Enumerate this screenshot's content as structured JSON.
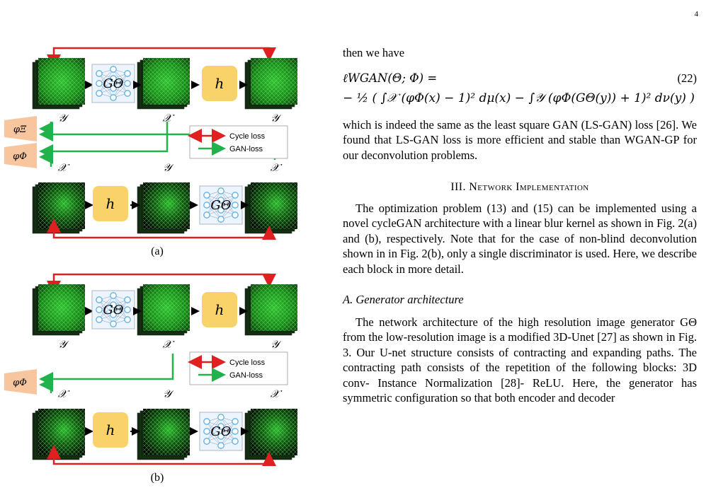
{
  "page_number": "4",
  "figure": {
    "panels": [
      {
        "label": "(a)",
        "top_labels": [
          "𝒴",
          "𝒳",
          "𝒴"
        ],
        "bottom_labels": [
          "𝒳",
          "𝒴",
          "𝒳"
        ],
        "discriminators": [
          "φΞ",
          "φΦ"
        ]
      },
      {
        "label": "(b)",
        "top_labels": [
          "𝒴",
          "𝒳",
          "𝒴"
        ],
        "bottom_labels": [
          "𝒳",
          "𝒴",
          "𝒳"
        ],
        "discriminators": [
          "φΦ"
        ]
      }
    ],
    "generator_label": "GΘ",
    "blur_label": "h",
    "legend": {
      "cycle": "Cycle loss",
      "gan": "GAN-loss"
    },
    "colors": {
      "cycle": "#e02020",
      "gan": "#21b24b",
      "h_box": "#f9d36a",
      "image_green": "#1a9a1a"
    }
  },
  "text": {
    "intro": "then we have",
    "eq_lhs": "ℓWGAN(Θ; Φ) =",
    "eq_number": "(22)",
    "eq_rhs": "− ½ ( ∫𝒳 (φΦ(x) − 1)² dμ(x) − ∫𝒴 (φΦ(GΘ(y)) + 1)² dν(y) )",
    "para1": "which is indeed the same as the least square GAN (LS-GAN) loss [26]. We found that LS-GAN loss is more efficient and stable than WGAN-GP for our deconvolution problems.",
    "section_title": "III. Network Implementation",
    "para2": "The optimization problem (13) and (15) can be implemented using a novel cycleGAN architecture with a linear blur kernel as shown in Fig. 2(a) and (b), respectively. Note that for the case of non-blind deconvolution shown in in Fig. 2(b), only a single discriminator is used. Here, we describe each block in more detail.",
    "subsection_title": "A. Generator architecture",
    "para3": "The network architecture of the high resolution image generator GΘ from the low-resolution image is a modified 3D-Unet [27] as shown in Fig. 3. Our U-net structure consists of contracting and expanding paths. The contracting path consists of the repetition of the following blocks: 3D conv- Instance Normalization [28]- ReLU. Here, the generator has symmetric configuration so that both encoder and decoder"
  }
}
